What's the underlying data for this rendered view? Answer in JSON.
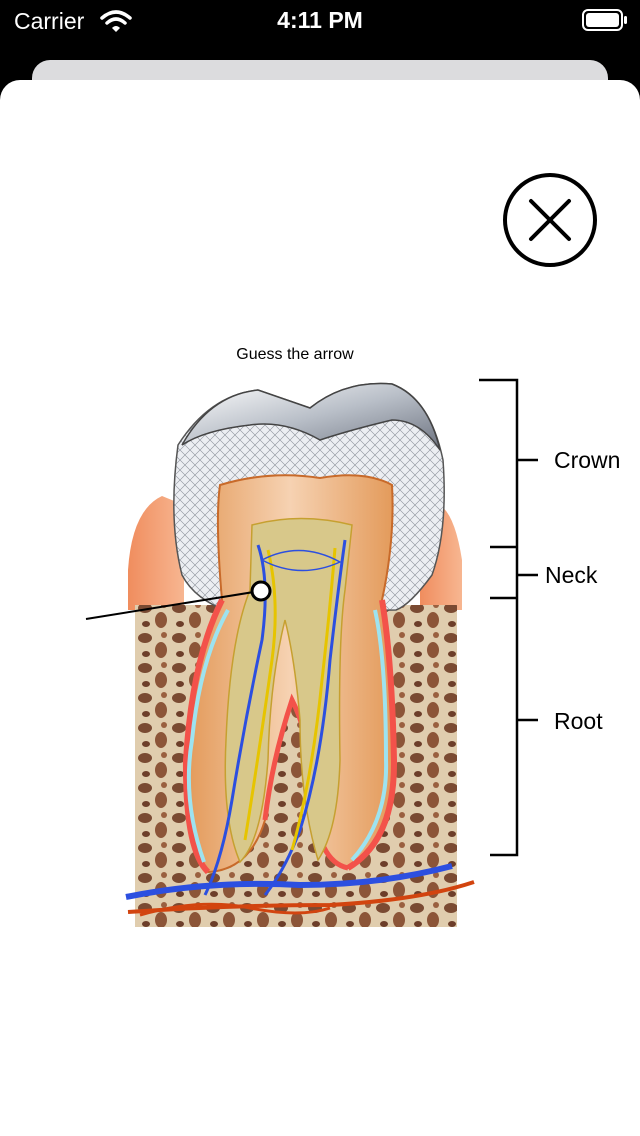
{
  "status_bar": {
    "carrier": "Carrier",
    "time": "4:11 PM"
  },
  "diagram": {
    "caption": "Guess the arrow",
    "labels": {
      "crown": "Crown",
      "neck": "Neck",
      "root": "Root"
    }
  },
  "icons": {
    "close": "close-circle-x-icon",
    "wifi": "wifi-icon",
    "battery": "battery-full-icon"
  }
}
